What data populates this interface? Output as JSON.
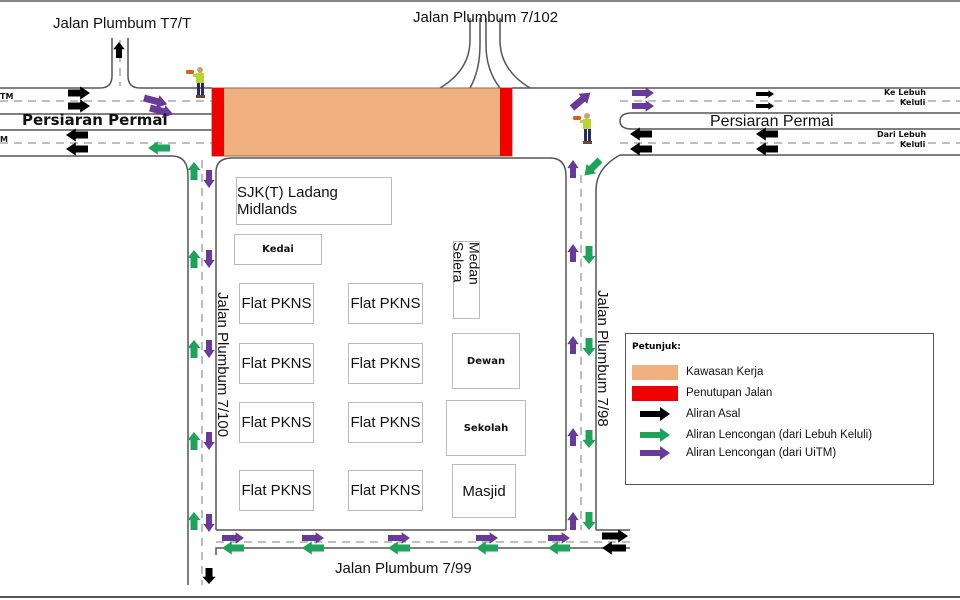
{
  "colors": {
    "work_zone": "#F0B080",
    "road_closure": "#F00000",
    "original_flow": "#000000",
    "detour_lebuh_keluli": "#1FA35A",
    "detour_uitm": "#6A3A9A"
  },
  "roads": {
    "jalan_plumbum_t7t": "Jalan Plumbum T7/T",
    "jalan_plumbum_7_102": "Jalan Plumbum 7/102",
    "persiaran_permai_west": "Persiaran Permai",
    "persiaran_permai_east": "Persiaran Permai",
    "jalan_plumbum_7_100": "Jalan Plumbum 7/100",
    "jalan_plumbum_7_98": "Jalan Plumbum 7/98",
    "jalan_plumbum_7_99": "Jalan Plumbum 7/99",
    "west_upper_fragment": "TM",
    "west_lower_fragment": "M",
    "ke_lebuh_keluli": [
      "Ke Lebuh",
      "Keluli"
    ],
    "dari_lebuh_keluli": [
      "Dari Lebuh",
      "Keluli"
    ]
  },
  "buildings": {
    "sjkt": "SJK(T) Ladang Midlands",
    "kedai": "Kedai",
    "medan_selera": "Medan Selera",
    "flats": [
      "Flat PKNS",
      "Flat PKNS",
      "Flat PKNS",
      "Flat PKNS",
      "Flat PKNS",
      "Flat PKNS",
      "Flat PKNS",
      "Flat PKNS"
    ],
    "dewan": "Dewan",
    "sekolah": "Sekolah",
    "masjid": "Masjid"
  },
  "legend": {
    "title": "Petunjuk:",
    "items": [
      {
        "label": "Kawasan Kerja",
        "kind": "swatch",
        "color": "#F0B080"
      },
      {
        "label": "Penutupan Jalan",
        "kind": "swatch",
        "color": "#F00000"
      },
      {
        "label": "Aliran Asal",
        "kind": "arrow",
        "color": "#000000"
      },
      {
        "label": "Aliran Lencongan (dari Lebuh Keluli)",
        "kind": "arrow",
        "color": "#1FA35A"
      },
      {
        "label": "Aliran Lencongan (dari UiTM)",
        "kind": "arrow",
        "color": "#6A3A9A"
      }
    ]
  },
  "icons": {
    "flagman": "traffic-controller-icon"
  }
}
